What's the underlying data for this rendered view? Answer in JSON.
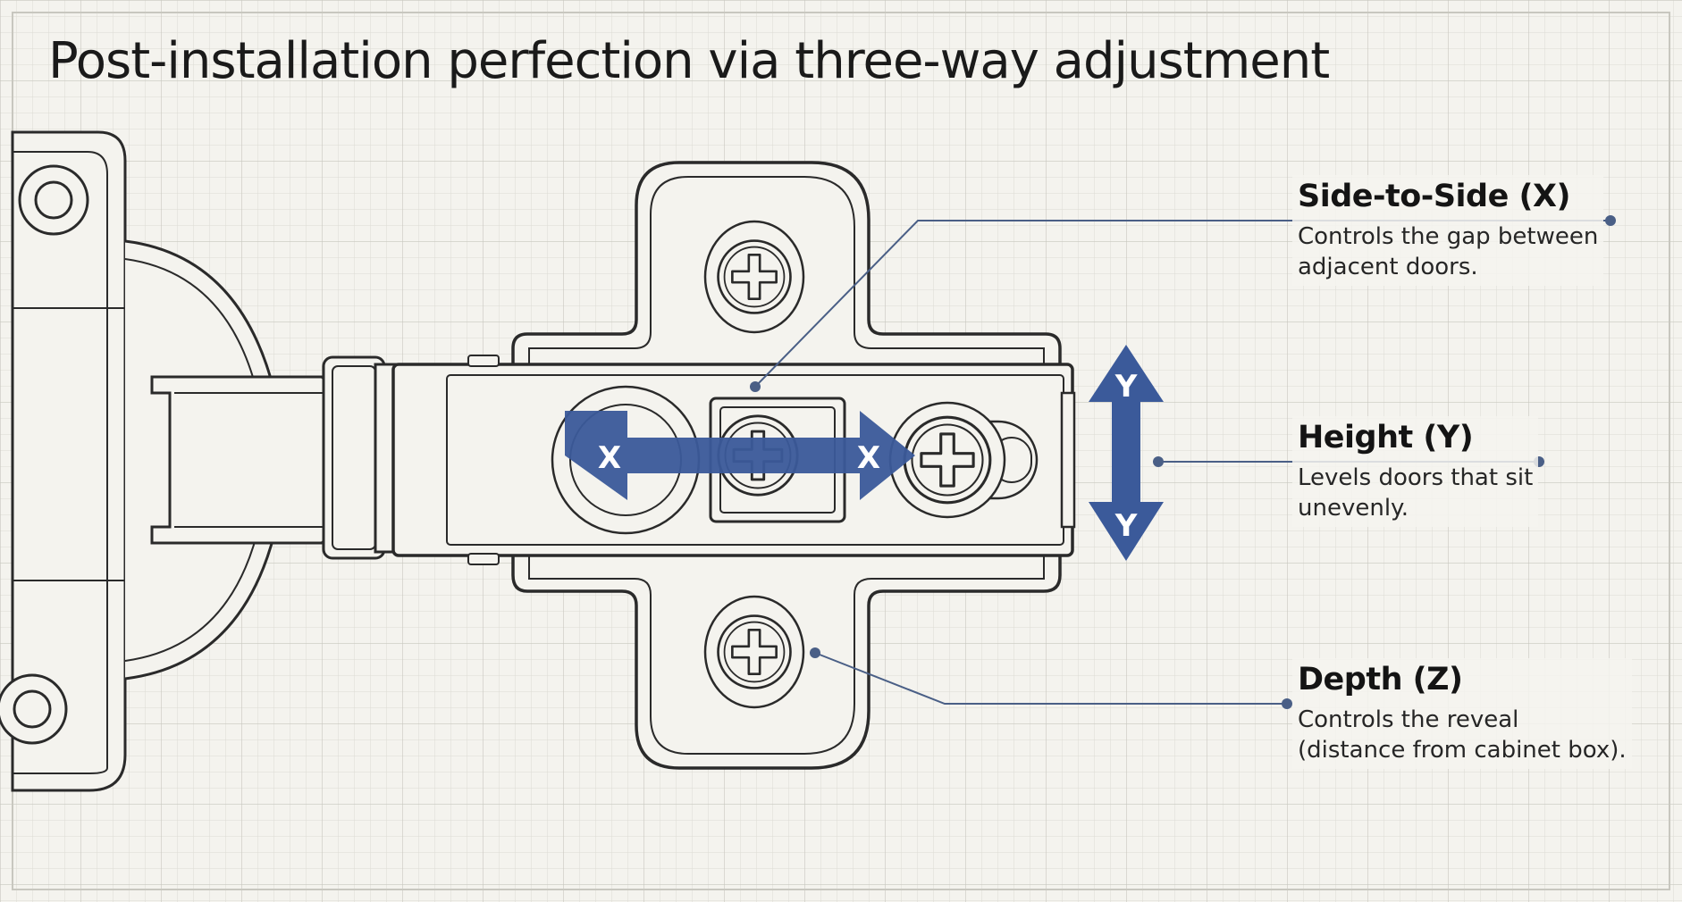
{
  "title": "Post-installation perfection via three-way adjustment",
  "colors": {
    "background": "#f4f3ee",
    "grid_minor": "#dcdbd4",
    "grid_major": "#c8c7bf",
    "outline": "#2a2a2a",
    "accent_blue": "#3b5a9a",
    "leader_line": "#4a5f86"
  },
  "arrows": {
    "x_left_label": "X",
    "x_right_label": "X",
    "y_top_label": "Y",
    "y_bottom_label": "Y"
  },
  "callouts": [
    {
      "heading": "Side-to-Side (X)",
      "description": [
        "Controls the gap between",
        "adjacent doors."
      ]
    },
    {
      "heading": "Height (Y)",
      "description": [
        "Levels doors that sit",
        "unevenly."
      ]
    },
    {
      "heading": "Depth (Z)",
      "description": [
        "Controls the reveal",
        "(distance from cabinet box)."
      ]
    }
  ],
  "icons": [
    "screw-head-icon",
    "double-arrow-x-icon",
    "double-arrow-y-icon"
  ]
}
